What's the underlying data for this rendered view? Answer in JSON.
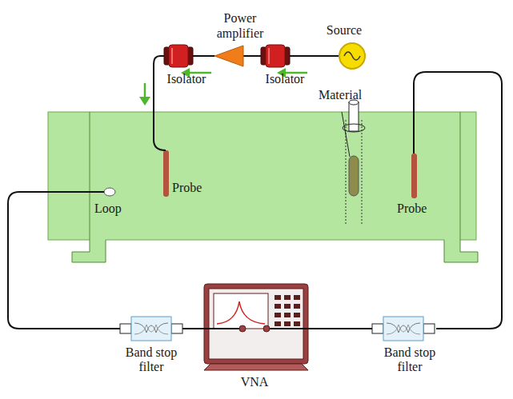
{
  "diagram": {
    "nodes": [
      {
        "text": [
          "Power amplifier"
        ]
      },
      {
        "text": [
          "Source"
        ]
      },
      {
        "text": [
          "Isolator"
        ]
      },
      {
        "text": [
          "Isolator"
        ]
      },
      {
        "text": [
          "VNA"
        ]
      },
      {
        "text": [
          "Band stop filter"
        ]
      },
      {
        "text": [
          "Band stop filter"
        ]
      }
    ],
    "edges": [
      {
        "from": 1,
        "to": 3,
        "arrow": "none"
      },
      {
        "from": 3,
        "to": 0,
        "arrow": "none"
      },
      {
        "from": 0,
        "to": 2,
        "arrow": "none"
      },
      {
        "from": 5,
        "to": 4,
        "arrow": "none"
      },
      {
        "from": 4,
        "to": 6,
        "arrow": "none"
      }
    ],
    "labels": [
      "Material",
      "Probe",
      "Loop",
      "Probe"
    ]
  }
}
